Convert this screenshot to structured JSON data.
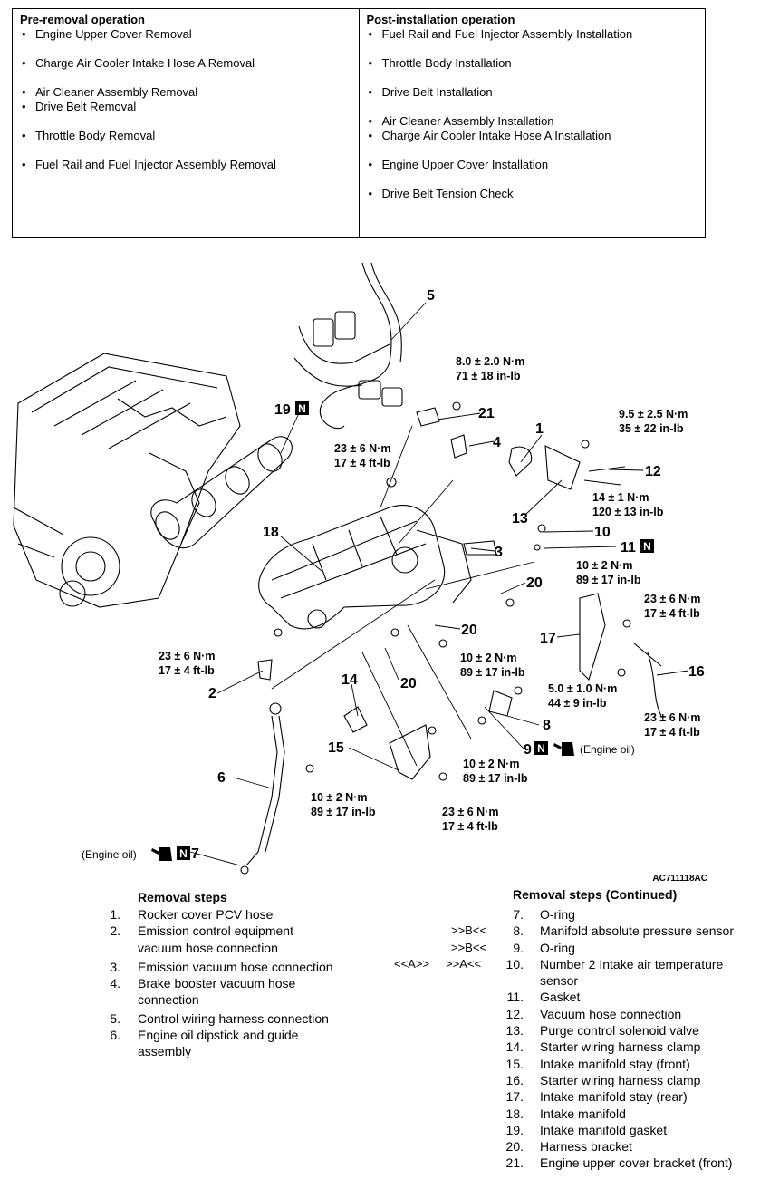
{
  "pre_removal": {
    "title": "Pre-removal operation",
    "items": [
      "Engine Upper Cover Removal",
      "Charge Air Cooler Intake Hose A Removal",
      "Air Cleaner Assembly Removal",
      "Drive Belt Removal",
      "Throttle Body Removal",
      "Fuel Rail and Fuel Injector Assembly Removal"
    ]
  },
  "post_installation": {
    "title": "Post-installation operation",
    "items": [
      "Fuel Rail and Fuel Injector Assembly Installation",
      "Throttle Body Installation",
      "Drive Belt Installation",
      "Air Cleaner Assembly Installation",
      "Charge Air Cooler Intake Hose A Installation",
      "Engine Upper Cover Installation",
      "Drive Belt Tension Check"
    ]
  },
  "diagram": {
    "figure_code": "AC711118AC",
    "callouts": [
      "1",
      "2",
      "3",
      "4",
      "5",
      "6",
      "7",
      "8",
      "9",
      "10",
      "11",
      "12",
      "13",
      "14",
      "15",
      "16",
      "17",
      "18",
      "19",
      "20",
      "20",
      "20",
      "21"
    ],
    "new_part_badge": "N",
    "engine_oil_note": "(Engine oil)",
    "torques": [
      {
        "metric": "8.0 ± 2.0 N·m",
        "imperial": "71 ± 18 in-lb"
      },
      {
        "metric": "9.5 ± 2.5 N·m",
        "imperial": "35 ± 22 in-lb"
      },
      {
        "metric": "23 ± 6 N·m",
        "imperial": "17 ± 4 ft-lb"
      },
      {
        "metric": "14 ± 1 N·m",
        "imperial": "120 ± 13 in-lb"
      },
      {
        "metric": "10 ± 2 N·m",
        "imperial": "89 ± 17 in-lb"
      },
      {
        "metric": "23 ± 6 N·m",
        "imperial": "17 ± 4 ft-lb"
      },
      {
        "metric": "23 ± 6 N·m",
        "imperial": "17 ± 4 ft-lb"
      },
      {
        "metric": "10 ± 2 N·m",
        "imperial": "89 ± 17 in-lb"
      },
      {
        "metric": "5.0 ± 1.0 N·m",
        "imperial": "44 ± 9 in-lb"
      },
      {
        "metric": "23 ± 6 N·m",
        "imperial": "17 ± 4 ft-lb"
      },
      {
        "metric": "10 ± 2 N·m",
        "imperial": "89 ± 17 in-lb"
      },
      {
        "metric": "10 ± 2 N·m",
        "imperial": "89 ± 17 in-lb"
      },
      {
        "metric": "23 ± 6 N·m",
        "imperial": "17 ± 4 ft-lb"
      }
    ]
  },
  "removal_steps": {
    "title": "Removal steps",
    "items": [
      {
        "n": "1.",
        "text": "Rocker cover PCV hose"
      },
      {
        "n": "2.",
        "text": "Emission control equipment",
        "text2": "vacuum hose connection"
      },
      {
        "n": "3.",
        "text": "Emission vacuum hose connection"
      },
      {
        "n": "4.",
        "text": "Brake booster vacuum hose",
        "text2": "connection"
      },
      {
        "n": "5.",
        "text": "Control wiring harness connection"
      },
      {
        "n": "6.",
        "text": "Engine oil dipstick and guide",
        "text2": "assembly"
      }
    ]
  },
  "removal_steps_continued": {
    "title": "Removal steps (Continued)",
    "items": [
      {
        "n": "7.",
        "text": "O-ring"
      },
      {
        "n": "8.",
        "text": "Manifold absolute pressure sensor",
        "mark": ">>B<<"
      },
      {
        "n": "9.",
        "text": "O-ring",
        "mark": ">>B<<"
      },
      {
        "n": "10.",
        "text": "Number 2 Intake air temperature",
        "text2": "sensor",
        "mark": "<<A>>     >>A<<"
      },
      {
        "n": "11.",
        "text": "Gasket"
      },
      {
        "n": "12.",
        "text": "Vacuum hose connection"
      },
      {
        "n": "13.",
        "text": "Purge control solenoid valve"
      },
      {
        "n": "14.",
        "text": "Starter wiring harness clamp"
      },
      {
        "n": "15.",
        "text": "Intake manifold stay (front)"
      },
      {
        "n": "16.",
        "text": "Starter wiring harness clamp"
      },
      {
        "n": "17.",
        "text": "Intake manifold stay (rear)"
      },
      {
        "n": "18.",
        "text": "Intake manifold"
      },
      {
        "n": "19.",
        "text": "Intake manifold gasket"
      },
      {
        "n": "20.",
        "text": "Harness bracket"
      },
      {
        "n": "21.",
        "text": "Engine upper cover bracket (front)"
      }
    ]
  }
}
